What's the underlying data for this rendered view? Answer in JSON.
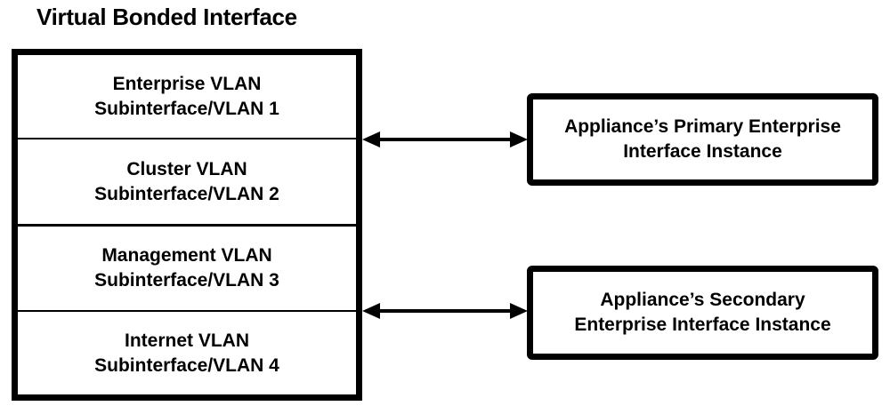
{
  "page": {
    "title": "Virtual Bonded Interface"
  },
  "colors": {
    "stroke": "#000000",
    "background": "#ffffff",
    "text": "#000000"
  },
  "bonded_interface": {
    "rows": [
      {
        "name": "Enterprise VLAN",
        "subinterface": "Subinterface/VLAN 1"
      },
      {
        "name": "Cluster VLAN",
        "subinterface": "Subinterface/VLAN 2"
      },
      {
        "name": "Management VLAN",
        "subinterface": "Subinterface/VLAN 3"
      },
      {
        "name": "Internet VLAN",
        "subinterface": "Subinterface/VLAN 4"
      }
    ]
  },
  "appliance_instances": [
    {
      "line1": "Appliance’s Primary Enterprise",
      "line2": "Interface Instance"
    },
    {
      "line1": "Appliance’s Secondary",
      "line2": "Enterprise Interface Instance"
    }
  ],
  "connections": [
    {
      "type": "bidirectional-arrow"
    },
    {
      "type": "bidirectional-arrow"
    }
  ]
}
